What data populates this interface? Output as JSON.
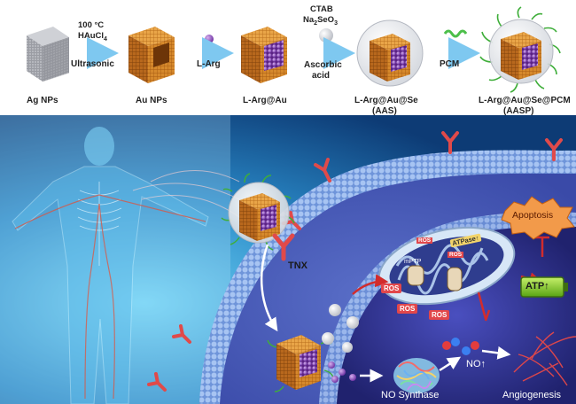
{
  "synthesis": {
    "step1_reagents": [
      "100 °C",
      "HAuCl",
      "4"
    ],
    "step1_method": "Ultrasonic",
    "step2_reagent": "L-Arg",
    "step3_reagents": [
      "CTAB",
      "Na",
      "2",
      "SeO",
      "3"
    ],
    "step3_method": [
      "Ascorbic",
      "acid"
    ],
    "step4_reagent": "PCM",
    "products": {
      "ag": "Ag NPs",
      "au": "Au NPs",
      "larg_au": "L-Arg@Au",
      "aas_name": "L-Arg@Au@Se",
      "aas_abbr": "(AAS)",
      "aasp_name": "L-Arg@Au@Se@PCM",
      "aasp_abbr": "(AASP)"
    }
  },
  "mechanism": {
    "tnx": "TNX",
    "apoptosis": "Apoptosis",
    "atp": "ATP↑",
    "atpase": "ATPase↑",
    "mptp": "mPTP",
    "ros": "ROS",
    "nos": "NO Synthase",
    "no": "NO↑",
    "angiogenesis": "Angiogenesis"
  },
  "colors": {
    "membrane": "#7fa6e6",
    "nucleus": "#3b3fa8",
    "gold_cube": "#d88a2a",
    "ros_box": "#e2474b",
    "apoptosis": "#f29a4a",
    "arrow_blue": "#7ec8f0"
  },
  "icons": [
    "silver-cube-icon",
    "gold-cube-icon",
    "l-arg-dot-icon",
    "se-sphere-icon",
    "pcm-strand-icon",
    "receptor-icon",
    "mitochondrion-icon",
    "nos-protein-icon",
    "no-molecule-icon",
    "battery-icon",
    "human-body-icon"
  ]
}
